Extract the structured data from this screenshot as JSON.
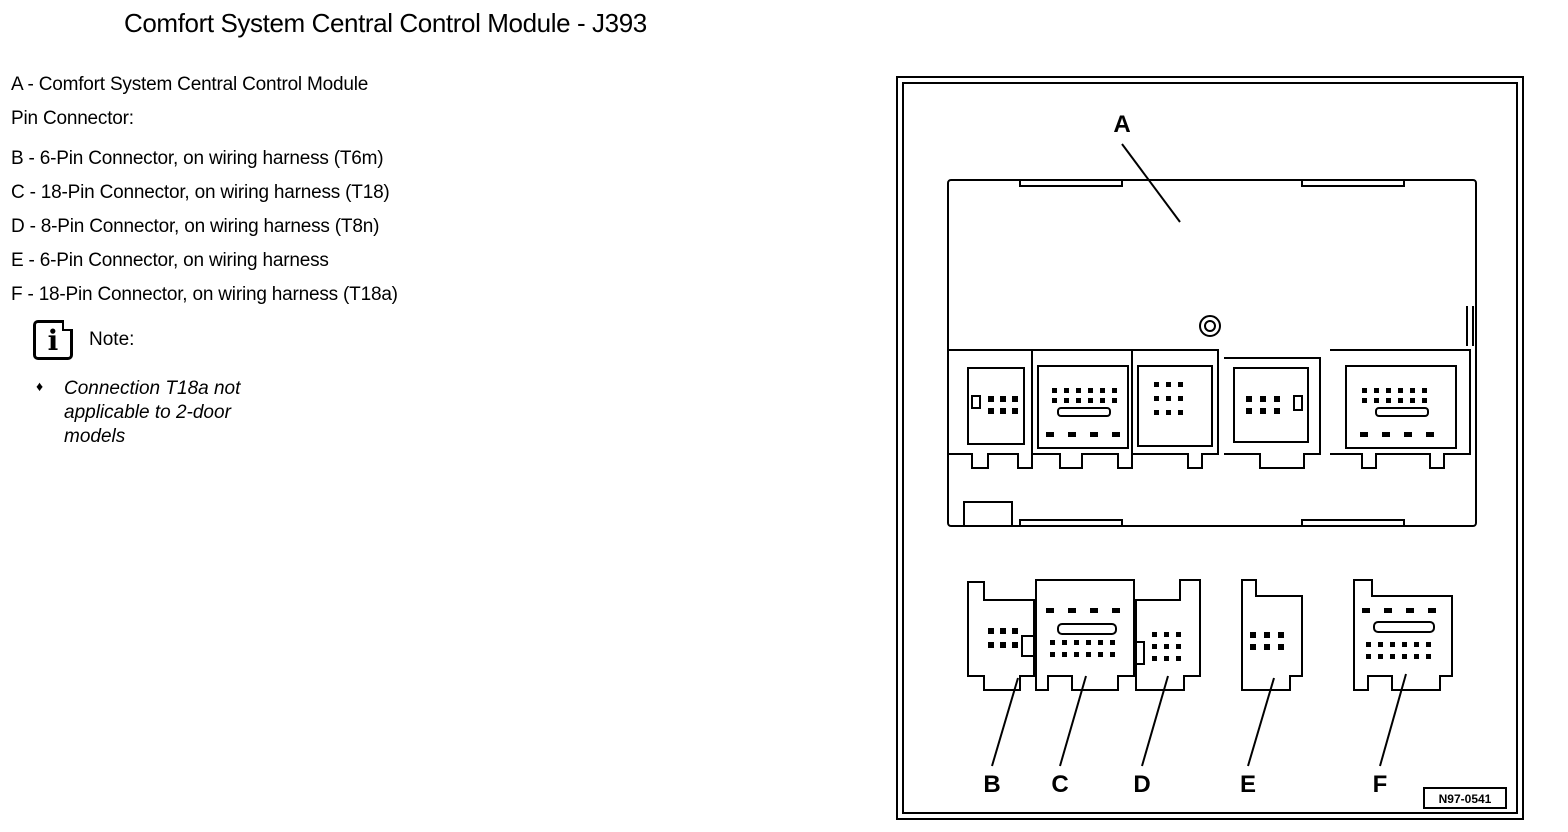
{
  "document": {
    "title": "Comfort System Central Control Module - J393"
  },
  "legend": [
    "A - Comfort System Central Control Module",
    "Pin Connector:",
    "B - 6-Pin Connector, on wiring harness (T6m)",
    "C - 18-Pin Connector, on wiring harness (T18)",
    "D - 8-Pin Connector, on wiring harness (T8n)",
    "E - 6-Pin Connector, on wiring harness",
    "F - 18-Pin Connector, on wiring harness (T18a)"
  ],
  "note": {
    "icon": "info-icon",
    "label": "Note:",
    "bullet": "♦",
    "text": "Connection T18a not applicable to 2-door models"
  },
  "diagram": {
    "callouts": {
      "a": "A",
      "b": "B",
      "c": "C",
      "d": "D",
      "e": "E",
      "f": "F"
    },
    "figure_id": "N97-0541"
  }
}
